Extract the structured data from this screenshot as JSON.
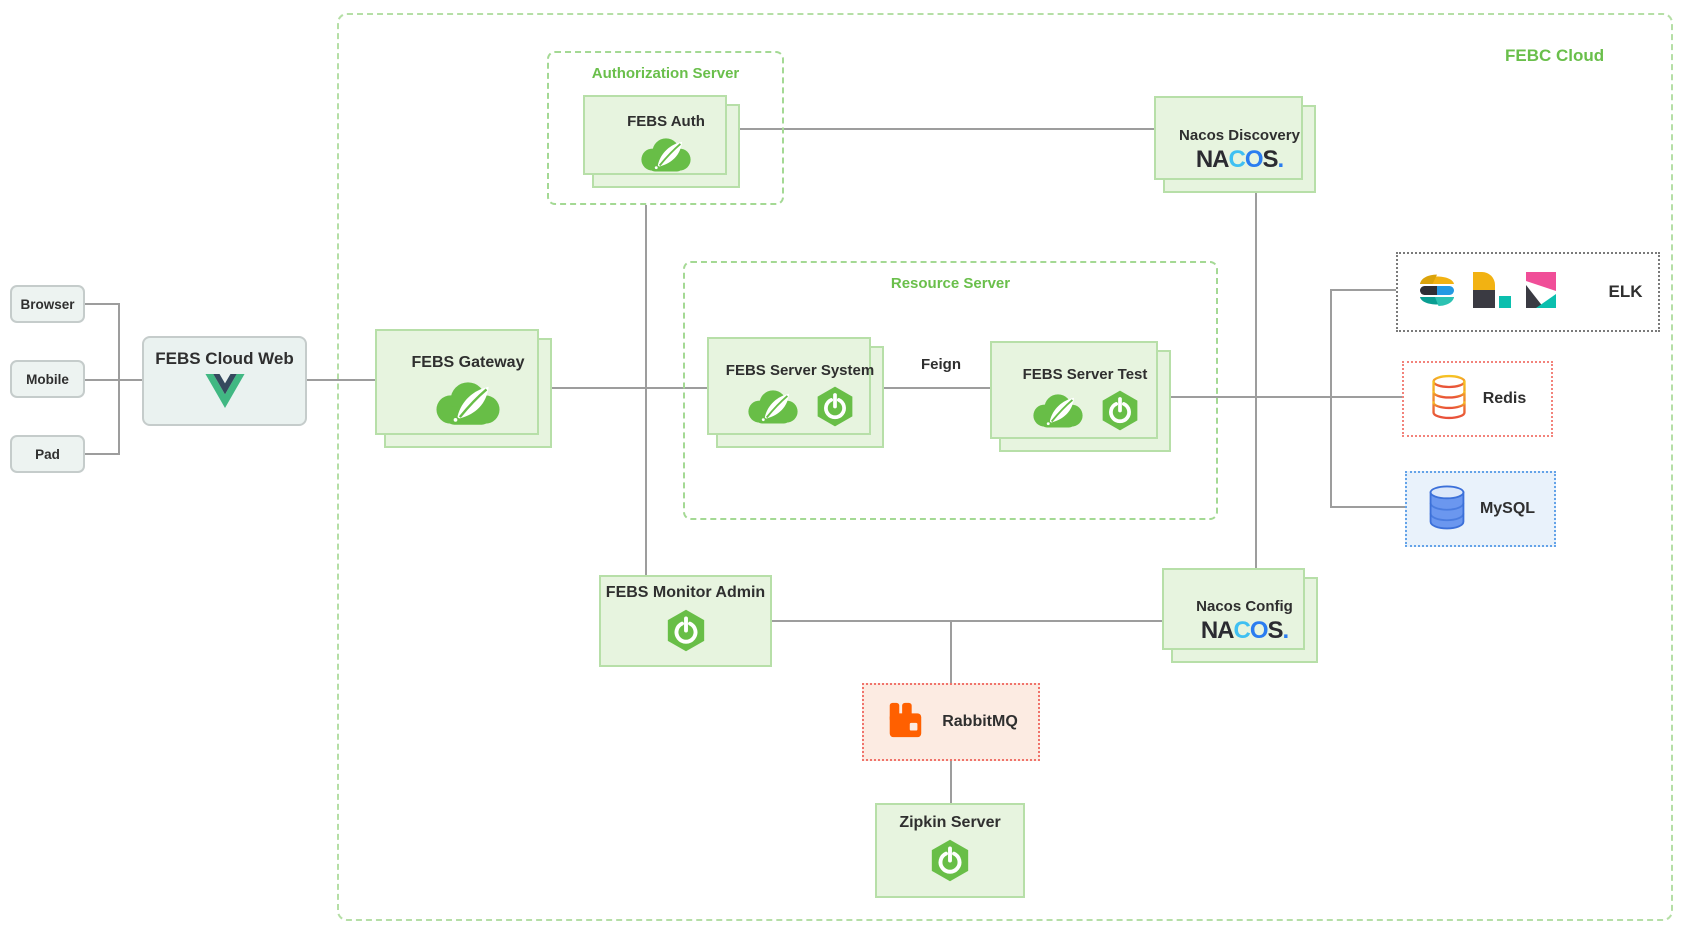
{
  "cloud": {
    "label": "FEBC Cloud"
  },
  "clients": {
    "browser": "Browser",
    "mobile": "Mobile",
    "pad": "Pad"
  },
  "groups": {
    "authorization": "Authorization Server",
    "resource": "Resource Server"
  },
  "nodes": {
    "web": "FEBS Cloud Web",
    "gateway": "FEBS Gateway",
    "auth": "FEBS Auth",
    "system": "FEBS Server System",
    "test": "FEBS Server Test",
    "monitor": "FEBS Monitor Admin",
    "zipkin": "Zipkin Server",
    "nacos_discovery": "Nacos Discovery",
    "nacos_config": "Nacos Config",
    "rabbitmq": "RabbitMQ",
    "elk": "ELK",
    "redis": "Redis",
    "mysql": "MySQL"
  },
  "edges": {
    "feign": "Feign"
  },
  "logos": {
    "nacos": {
      "na": "NA",
      "c": "C",
      "o": "O",
      "s": "S",
      "dot": "."
    }
  },
  "colors": {
    "accent_green": "#6abf4b",
    "node_fill": "#e7f4df",
    "node_border": "#b7dfa8",
    "line_gray": "#9d9d9d",
    "spring_green": "#68be47",
    "vue_green": "#41b883",
    "vue_dark": "#35495e",
    "nacos_blue": "#2b7df0",
    "rabbit_orange": "#ff6600",
    "elastic_yellow": "#f2b212",
    "elastic_teal": "#0bbfae",
    "kibana_pink": "#f04e98",
    "redis_red": "#e8543c",
    "mysql_blue": "#3c70d9"
  }
}
